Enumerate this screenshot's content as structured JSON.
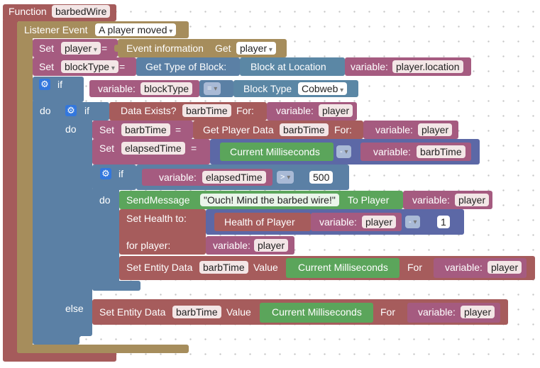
{
  "function_block": {
    "label": "Function",
    "name": "barbedWire"
  },
  "listener_block": {
    "label": "Listener Event",
    "event": "A player moved"
  },
  "set_player": {
    "set_label": "Set",
    "var_name": "player",
    "equals": "=",
    "event_info_label": "Event information",
    "get_label": "Get",
    "get_option": "player"
  },
  "set_blocktype": {
    "set_label": "Set",
    "var_name": "blockType",
    "equals": "=",
    "get_type_label": "Get Type of Block:",
    "block_at_label": "Block at Location",
    "variable_label": "variable:",
    "variable_name": "player.location"
  },
  "if_1": {
    "if_label": "if",
    "variable_label": "variable:",
    "variable_name": "blockType",
    "operator": "=",
    "block_type_label": "Block Type",
    "block_type_option": "Cobweb"
  },
  "do_label_1": "do",
  "if_2": {
    "if_label": "if",
    "data_exists_label": "Data Exists?",
    "data_key": "barbTime",
    "for_label": "For:",
    "variable_label": "variable:",
    "variable_name": "player"
  },
  "do_label_2": "do",
  "set_barbtime": {
    "set_label": "Set",
    "var_name": "barbTime",
    "equals": "=",
    "get_player_data_label": "Get Player Data",
    "data_key": "barbTime",
    "for_label": "For:",
    "variable_label": "variable:",
    "variable_name": "player"
  },
  "set_elapsed": {
    "set_label": "Set",
    "var_name": "elapsedTime",
    "equals": "=",
    "current_ms_label": "Current Milliseconds",
    "operator": "-",
    "variable_label": "variable:",
    "variable_name": "barbTime"
  },
  "if_3": {
    "if_label": "if",
    "variable_label": "variable:",
    "variable_name": "elapsedTime",
    "operator": ">",
    "value": "500"
  },
  "do_label_3": "do",
  "send_message": {
    "label": "SendMessage",
    "message": "\"Ouch! Mind the barbed wire!\"",
    "to_player_label": "To Player",
    "variable_label": "variable:",
    "variable_name": "player"
  },
  "set_health": {
    "label": "Set Health to:",
    "health_of_player_label": "Health of Player",
    "variable_label": "variable:",
    "variable_name": "player",
    "operator": "-",
    "value": "1",
    "for_player_label": "for player:",
    "for_variable_label": "variable:",
    "for_variable_name": "player"
  },
  "set_entity_1": {
    "label": "Set Entity Data",
    "data_key": "barbTime",
    "value_label": "Value",
    "current_ms_label": "Current Milliseconds",
    "for_label": "For",
    "variable_label": "variable:",
    "variable_name": "player"
  },
  "else_label": "else",
  "set_entity_2": {
    "label": "Set Entity Data",
    "data_key": "barbTime",
    "value_label": "Value",
    "current_ms_label": "Current Milliseconds",
    "for_label": "For",
    "variable_label": "variable:",
    "variable_name": "player"
  },
  "colors": {
    "function": "#a55b80",
    "listener": "#a68d5c",
    "variables": "#a55b80",
    "logic": "#5b80a5",
    "math": "#5c68a6",
    "action": "#a65c5c",
    "value": "#5ba55b",
    "gear": "#3377dd"
  }
}
